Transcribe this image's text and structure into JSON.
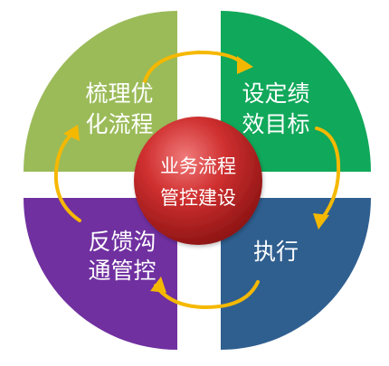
{
  "center": {
    "line1": "业务流程",
    "line2": "管控建设"
  },
  "quadrants": [
    {
      "id": "top-left",
      "line1": "梳理优",
      "line2": "化流程",
      "color": "#9bbb59"
    },
    {
      "id": "top-right",
      "line1": "设定绩",
      "line2": "效目标",
      "color": "#10a85a"
    },
    {
      "id": "bottom-right",
      "line1": "执行",
      "line2": "",
      "color": "#2f5f8f"
    },
    {
      "id": "bottom-left",
      "line1": "反馈沟",
      "line2": "通管控",
      "color": "#7030a0"
    }
  ],
  "colors": {
    "arrow": "#f5b800",
    "center": "#c22424",
    "text": "#ffffff"
  },
  "icons": [
    "cycle-arrow-icon"
  ]
}
